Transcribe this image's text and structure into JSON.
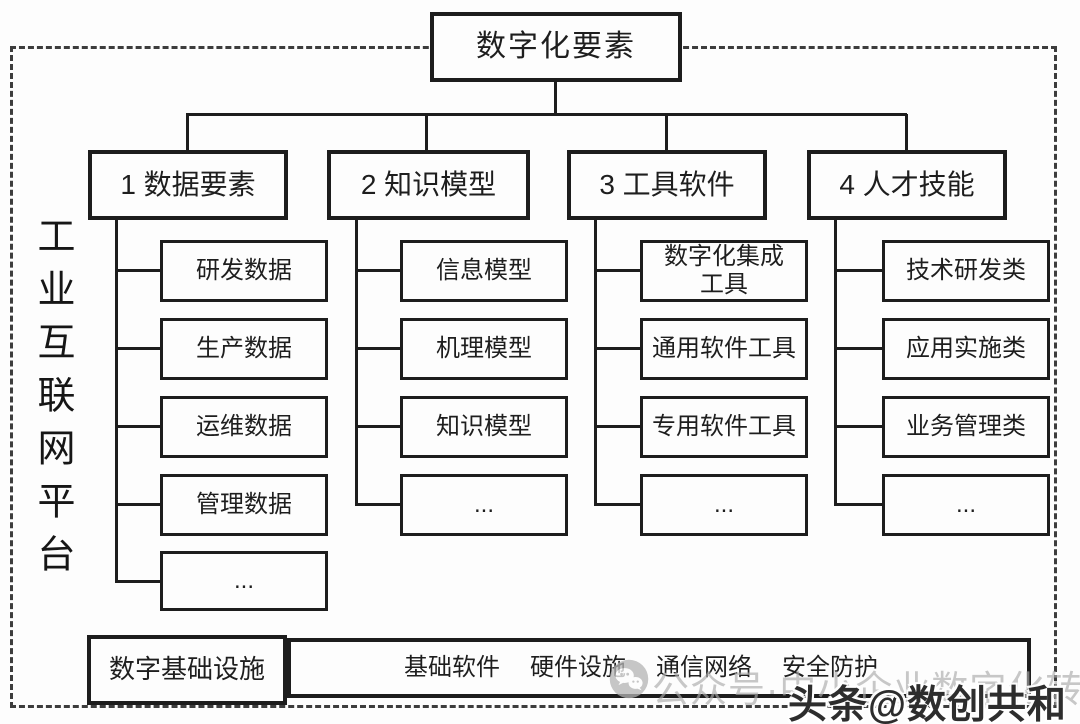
{
  "diagram": {
    "root_label": "数字化要素",
    "platform_label": "工业互联网平台",
    "columns": [
      {
        "header": "1 数据要素",
        "children": [
          "研发数据",
          "生产数据",
          "运维数据",
          "管理数据",
          "..."
        ]
      },
      {
        "header": "2 知识模型",
        "children": [
          "信息模型",
          "机理模型",
          "知识模型",
          "..."
        ]
      },
      {
        "header": "3 工具软件",
        "children": [
          "数字化集成\n工具",
          "通用软件工具",
          "专用软件工具",
          "..."
        ]
      },
      {
        "header": "4 人才技能",
        "children": [
          "技术研发类",
          "应用实施类",
          "业务管理类",
          "..."
        ]
      }
    ],
    "infrastructure": {
      "label": "数字基础设施",
      "items": [
        "基础软件",
        "硬件设施",
        "通信网络",
        "安全防护"
      ]
    },
    "watermarks": {
      "gray_text": "公众号·中小企业数字化转型",
      "dark_text": "头条@数创共和",
      "icon": "wechat-icon"
    },
    "colors": {
      "line": "#1d1d1d",
      "background": "#fdfdfd",
      "dashed_border": "#3d3d3d",
      "watermark_gray": "#ababab",
      "watermark_dark": "#2d2d2d"
    }
  }
}
